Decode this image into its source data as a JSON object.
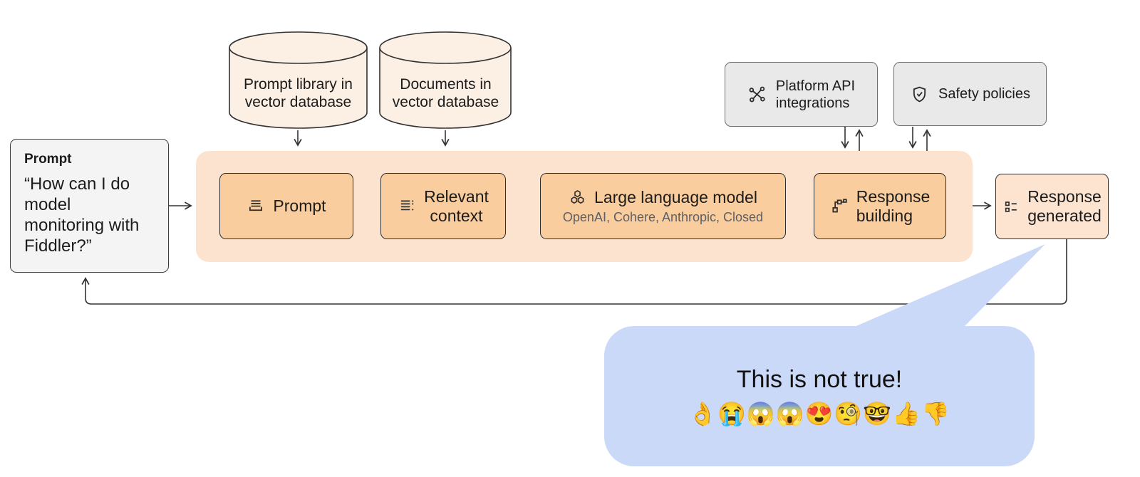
{
  "colors": {
    "stage_bg": "#ffffff",
    "container_bg": "#fce3d0",
    "pipeline_box_bg": "#f9cd9d",
    "output_box_bg": "#fce4d1",
    "cylinder_bg": "#fcf0e5",
    "gray_box_bg": "#e9e9e9",
    "prompt_card_bg": "#f4f4f4",
    "callout_bg": "#cbd9f8",
    "line": "#333333"
  },
  "prompt_card": {
    "title": "Prompt",
    "quote": "“How can I do\nmodel\nmonitoring with\nFiddler?”"
  },
  "databases": [
    {
      "label": "Prompt library in\nvector database",
      "icon": "database-cylinder-icon"
    },
    {
      "label": "Documents in\nvector database",
      "icon": "database-cylinder-icon"
    }
  ],
  "integrations": [
    {
      "label": "Platform API\nintegrations",
      "icon": "network-nodes-icon"
    },
    {
      "label": "Safety policies",
      "icon": "shield-check-icon"
    }
  ],
  "pipeline": [
    {
      "label": "Prompt",
      "icon": "prompt-lines-icon"
    },
    {
      "label": "Relevant\ncontext",
      "icon": "context-lines-icon"
    },
    {
      "label": "Large language model",
      "sublabel": "OpenAI, Cohere, Anthropic, Closed",
      "icon": "cubes-icon"
    },
    {
      "label": "Response\nbuilding",
      "icon": "flow-nodes-icon"
    }
  ],
  "output": {
    "label": "Response\ngenerated",
    "icon": "list-items-icon"
  },
  "callout": {
    "text": "This is not true!",
    "emojis": "👌😭😱😱😍🧐🤓👍👎"
  }
}
